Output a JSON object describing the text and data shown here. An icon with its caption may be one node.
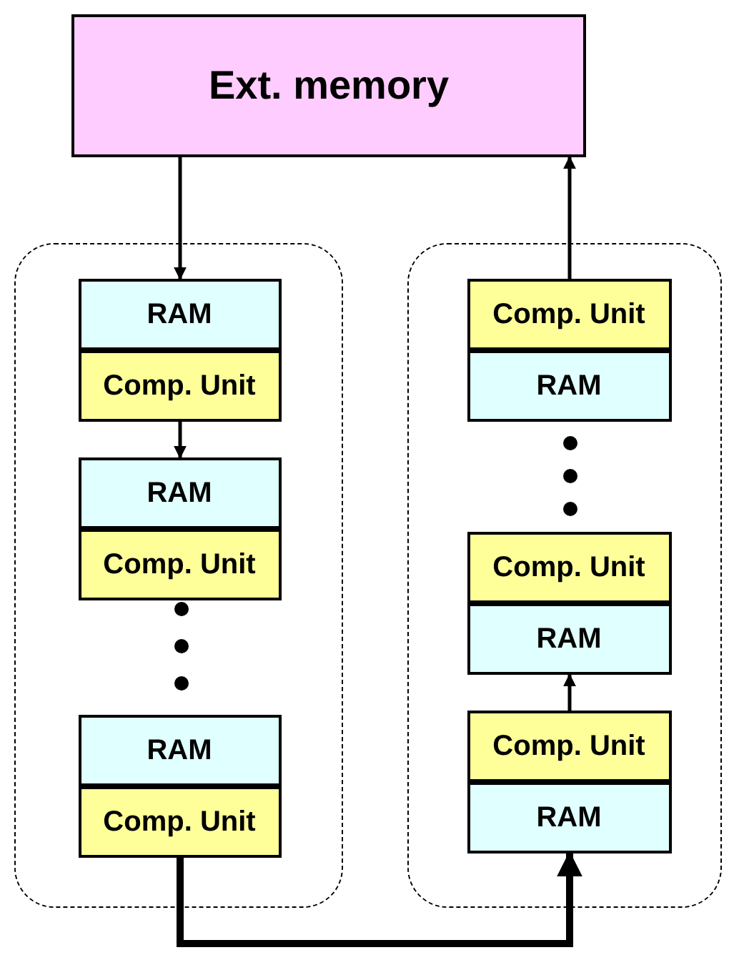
{
  "diagram": {
    "nodes": [
      {
        "text": [
          "Ext. memory"
        ]
      },
      {
        "text": [],
        "shape": "box"
      },
      {
        "text": [
          "RAM"
        ],
        "in": 1
      },
      {
        "text": [
          "Comp. Unit"
        ],
        "in": 1
      },
      {
        "text": [
          "RAM"
        ],
        "in": 1
      },
      {
        "text": [
          "Comp. Unit"
        ],
        "in": 1
      },
      {
        "text": [
          "RAM"
        ],
        "in": 1
      },
      {
        "text": [
          "Comp. Unit"
        ],
        "in": 1
      },
      {
        "text": [],
        "shape": "box"
      },
      {
        "text": [
          "Comp. Unit"
        ],
        "in": 8
      },
      {
        "text": [
          "RAM"
        ],
        "in": 8
      },
      {
        "text": [
          "Comp. Unit"
        ],
        "in": 8
      },
      {
        "text": [
          "RAM"
        ],
        "in": 8
      },
      {
        "text": [
          "Comp. Unit"
        ],
        "in": 8
      },
      {
        "text": [
          "RAM"
        ],
        "in": 8
      }
    ],
    "edges": [
      {
        "from": 0,
        "to": 2,
        "arrow": "to"
      },
      {
        "from": 3,
        "to": 4,
        "arrow": "to"
      },
      {
        "from": 7,
        "to": 14,
        "arrow": "to",
        "style": "thick"
      },
      {
        "from": 13,
        "to": 12,
        "arrow": "to"
      },
      {
        "from": 9,
        "to": 0,
        "arrow": "to"
      }
    ]
  }
}
